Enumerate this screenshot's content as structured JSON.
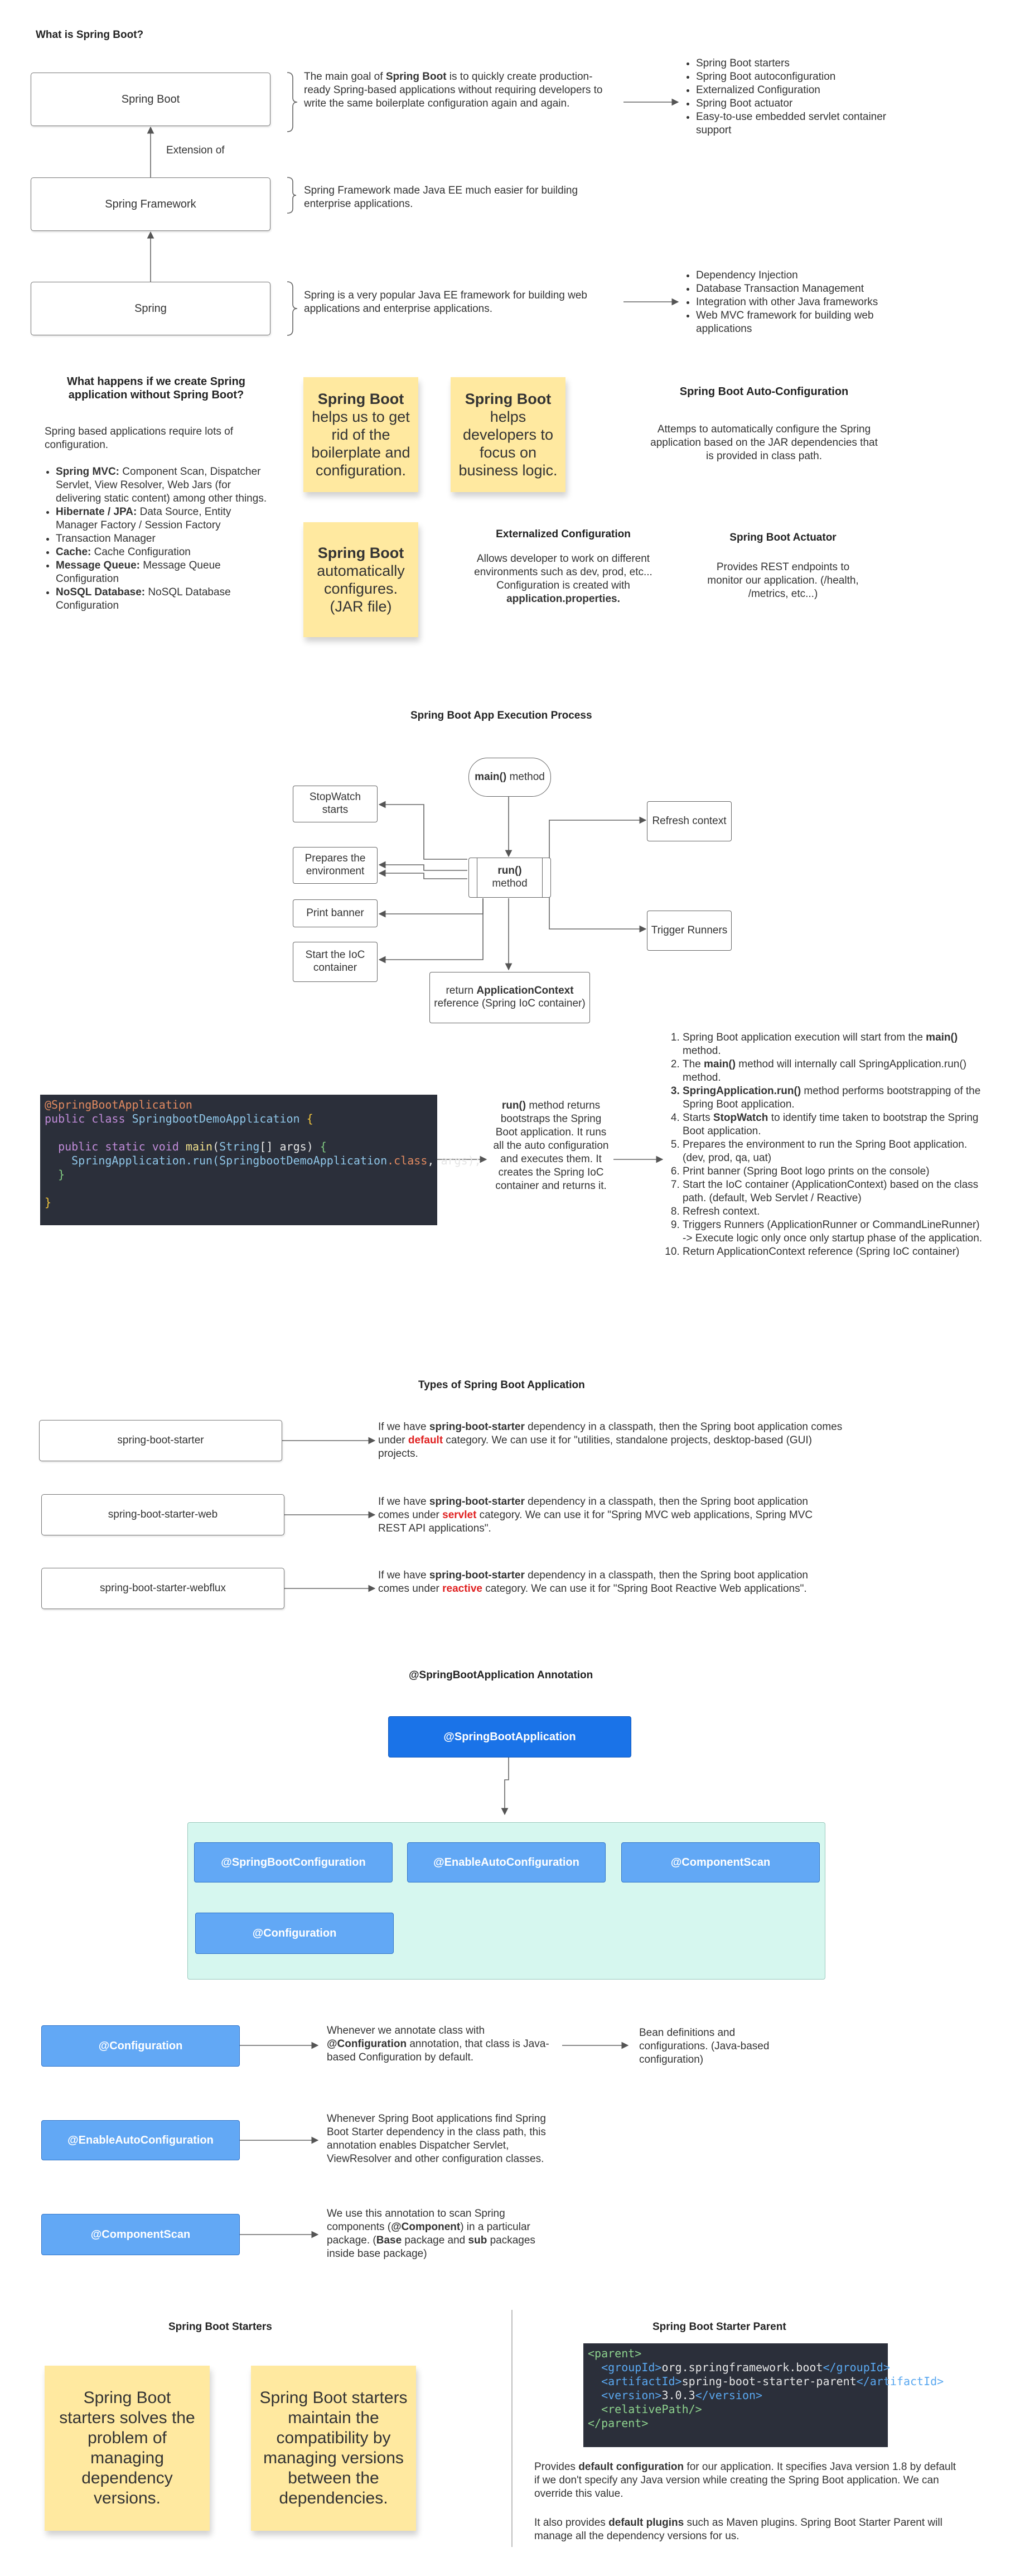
{
  "s1": {
    "title": "What is Spring Boot?",
    "box_boot": "Spring Boot",
    "box_framework": "Spring Framework",
    "box_spring": "Spring",
    "extension_label": "Extension of",
    "boot_desc_pre": "The main goal of ",
    "boot_desc_bold": "Spring Boot",
    "boot_desc_post": " is to quickly create production-ready Spring-based applications without requiring developers to write the same boilerplate configuration again and again.",
    "framework_desc": "Spring Framework made Java EE much easier for building enterprise applications.",
    "spring_desc": "Spring is a very popular Java EE framework for building web applications and enterprise applications.",
    "boot_features": [
      "Spring Boot starters",
      "Spring Boot autoconfiguration",
      "Externalized Configuration",
      "Spring Boot actuator",
      "Easy-to-use embedded servlet container support"
    ],
    "spring_features": [
      "Dependency Injection",
      "Database Transaction Management",
      "Integration with other Java frameworks",
      "Web MVC framework for building web applications"
    ]
  },
  "s2": {
    "question": "What happens if we create Spring application without Spring Boot?",
    "intro": "Spring based applications require lots of configuration.",
    "items": [
      {
        "bold": "Spring MVC:",
        "text": " Component Scan, Dispatcher Servlet, View Resolver, Web Jars (for delivering static content) among other things."
      },
      {
        "bold": "Hibernate / JPA:",
        "text": " Data Source, Entity Manager Factory / Session Factory"
      },
      {
        "bold": "",
        "text": "Transaction Manager"
      },
      {
        "bold": "Cache:",
        "text": " Cache Configuration"
      },
      {
        "bold": "Message Queue:",
        "text": " Message Queue Configuration"
      },
      {
        "bold": "NoSQL Database:",
        "text": " NoSQL Database Configuration"
      }
    ],
    "sticky1_bold": "Spring Boot",
    "sticky1_text": "helps us to get rid of the boilerplate and configuration.",
    "sticky2_bold": "Spring Boot",
    "sticky2_text": "helps developers to focus on business logic.",
    "sticky3_bold": "Spring Boot",
    "sticky3_text": "automatically configures. (JAR file)",
    "autoconfig_title": "Spring Boot Auto-Configuration",
    "autoconfig_desc": "Attemps to automatically configure the Spring application based on the JAR dependencies that is provided in class path.",
    "extconfig_title": "Externalized Configuration",
    "extconfig_desc": "Allows developer to work on different environments such as dev, prod, etc... Configuration is created with",
    "extconfig_bold": "application.properties.",
    "actuator_title": "Spring Boot Actuator",
    "actuator_desc": "Provides REST endpoints to monitor our application. (/health, /metrics, etc...)"
  },
  "s3": {
    "title": "Spring Boot App Execution Process",
    "main_bold": "main()",
    "main_text": " method",
    "run_bold": "run()",
    "run_text": "method",
    "stopwatch": "StopWatch starts",
    "prepares": "Prepares the environment",
    "banner": "Print banner",
    "ioc": "Start the IoC container",
    "refresh": "Refresh context",
    "trigger": "Trigger Runners",
    "return_pre": "return ",
    "return_bold": "ApplicationContext",
    "return_post": " reference (Spring IoC container)",
    "code_annotation": "@SpringBootApplication",
    "code_public": "public",
    "code_class": "class",
    "code_classname": "SpringbootDemoApplication",
    "code_brace_open": "{",
    "code_static": "static",
    "code_void": "void",
    "code_main": "main",
    "code_string": "String",
    "code_brackets": "[]",
    "code_args": "args",
    "code_run": "SpringApplication.run(",
    "code_cls": "SpringbootDemoApplication",
    "code_dot_class": ".class",
    "code_run_args": ", args);",
    "code_brace_close": "}",
    "run_desc_bold": "run()",
    "run_desc": " method returns bootstraps the Spring Boot application. It runs all the auto configuration and executes them. It creates the Spring IoC container and returns it.",
    "steps": [
      {
        "pre": "Spring Boot application execution will start from the ",
        "bold": "main()",
        "post": " method."
      },
      {
        "pre": "The ",
        "bold": "main()",
        "post": " method will internally call SpringApplication.run() method."
      },
      {
        "pre": "",
        "bold": "SpringApplication.run()",
        "post": " method performs bootstrapping of the Spring Boot application."
      },
      {
        "pre": "Starts ",
        "bold": "StopWatch",
        "post": " to identify time taken to bootstrap the Spring Boot application."
      },
      {
        "pre": "Prepares the environment to run the Spring Boot application. (dev, prod, qa, uat)",
        "bold": "",
        "post": ""
      },
      {
        "pre": "Print banner (Spring Boot logo prints on the console)",
        "bold": "",
        "post": ""
      },
      {
        "pre": "Start the IoC container (ApplicationContext) based on the class path. (default, Web Servlet / Reactive)",
        "bold": "",
        "post": ""
      },
      {
        "pre": "Refresh context.",
        "bold": "",
        "post": ""
      },
      {
        "pre": "Triggers Runners (ApplicationRunner or CommandLineRunner) -> Execute logic only once only startup phase of the application.",
        "bold": "",
        "post": ""
      },
      {
        "pre": "Return ApplicationContext reference (Spring IoC container)",
        "bold": "",
        "post": ""
      }
    ]
  },
  "s4": {
    "title": "Types of Spring Boot Application",
    "types": [
      {
        "box": "spring-boot-starter",
        "pre": "If we have ",
        "bold": "spring-boot-starter",
        "mid": " dependency in a classpath, then the Spring boot application comes under ",
        "red": "default",
        "post": " category. We can use it for \"utilities, standalone projects, desktop-based (GUI) projects."
      },
      {
        "box": "spring-boot-starter-web",
        "pre": "If we have ",
        "bold": "spring-boot-starter",
        "mid": " dependency in a classpath, then the Spring boot application comes under ",
        "red": "servlet",
        "post": " category. We can use it for \"Spring MVC web applications, Spring MVC REST API applications\"."
      },
      {
        "box": "spring-boot-starter-webflux",
        "pre": "If we have ",
        "bold": "spring-boot-starter",
        "mid": " dependency in a classpath, then the Spring boot application comes under ",
        "red": "reactive",
        "post": " category. We can use it for \"Spring Boot Reactive Web applications\"."
      }
    ]
  },
  "s5": {
    "title": "@SpringBootApplication Annotation",
    "main": "@SpringBootApplication",
    "sbconfig": "@SpringBootConfiguration",
    "enableauto": "@EnableAutoConfiguration",
    "compscan": "@ComponentScan",
    "config": "@Configuration",
    "d_config_label": "@Configuration",
    "d_config_pre": "Whenever we annotate class with ",
    "d_config_bold": "@Configuration",
    "d_config_post": " annotation, that class is Java-based Configuration by default.",
    "d_config_result": "Bean definitions and configurations. (Java-based configuration)",
    "d_enable_label": "@EnableAutoConfiguration",
    "d_enable_text": "Whenever Spring Boot applications find Spring Boot Starter dependency in the class path, this annotation enables Dispatcher Servlet, ViewResolver and other configuration classes.",
    "d_scan_label": "@ComponentScan",
    "d_scan_pre": "We use this annotation to scan Spring components (",
    "d_scan_bold1": "@Component",
    "d_scan_mid": ") in a particular package. (",
    "d_scan_bold2": "Base",
    "d_scan_mid2": " package and ",
    "d_scan_bold3": "sub",
    "d_scan_post": " packages inside base package)"
  },
  "s6": {
    "starters_title": "Spring Boot Starters",
    "sticky1": "Spring Boot starters solves the problem of managing dependency versions.",
    "sticky2": "Spring Boot starters maintain the compatibility by managing versions between the dependencies.",
    "parent_title": "Spring Boot Starter Parent",
    "xml_parent_open": "<parent>",
    "xml_gid_open": "<groupId>",
    "xml_gid": "org.springframework.boot",
    "xml_gid_close": "</groupId>",
    "xml_aid_open": "<artifactId>",
    "xml_aid": "spring-boot-starter-parent",
    "xml_aid_close": "</artifactId>",
    "xml_ver_open": "<version>",
    "xml_ver": "3.0.3",
    "xml_ver_close": "</version>",
    "xml_rel": "<relativePath/>",
    "xml_parent_close": "</parent>",
    "p1_pre": "Provides ",
    "p1_bold": "default configuration",
    "p1_post": " for our application. It specifies Java version 1.8 by default if we don't specify any Java version while creating the Spring Boot application. We can override this value.",
    "p2_pre": "It also provides ",
    "p2_bold": "default plugins",
    "p2_post": " such as Maven plugins. Spring Boot Starter Parent will manage all the dependency versions for us."
  }
}
